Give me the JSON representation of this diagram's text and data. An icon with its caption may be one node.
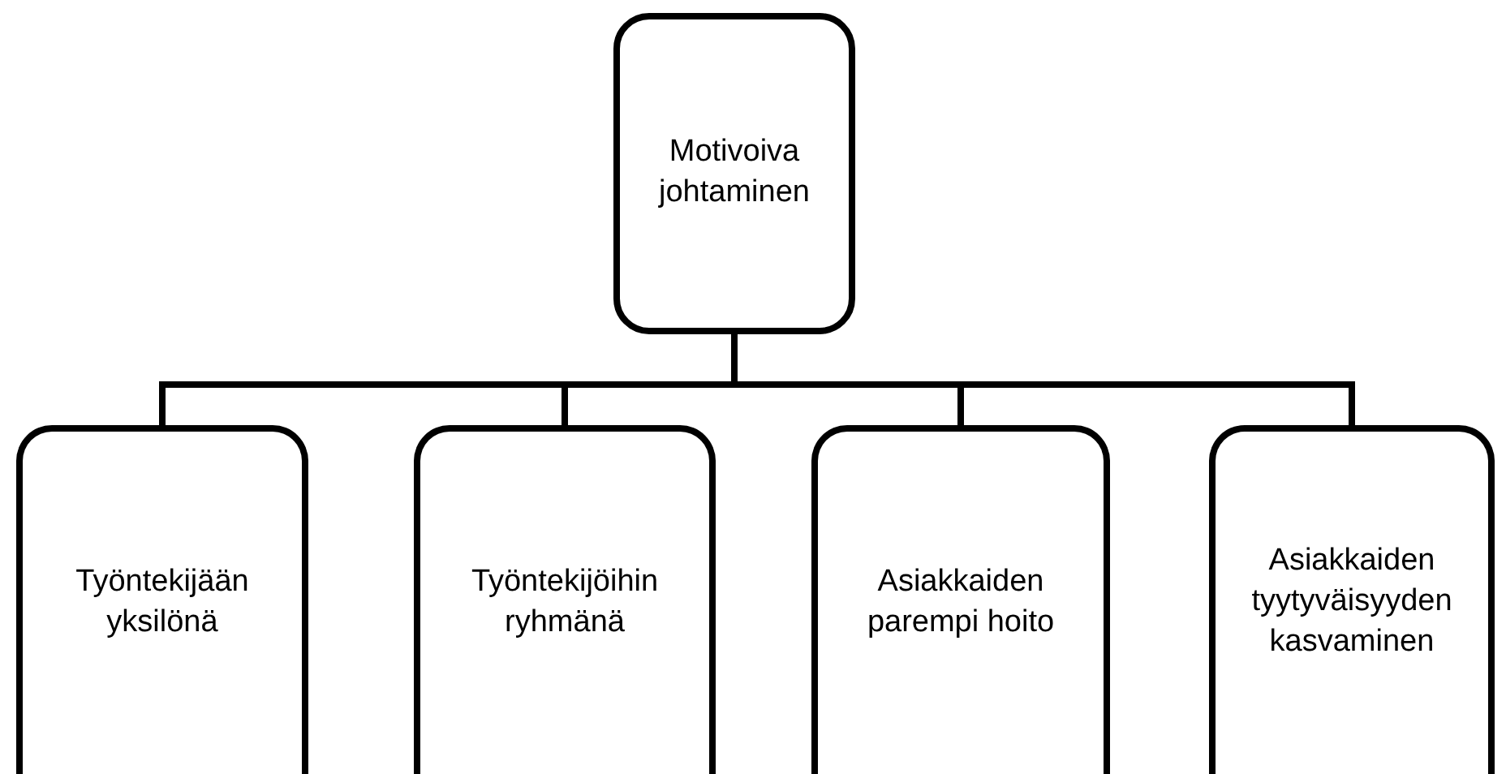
{
  "diagram": {
    "nodes": [
      {
        "text": [
          "Motivoiva johtaminen"
        ]
      },
      {
        "text": [
          "Työntekijään yksilönä"
        ]
      },
      {
        "text": [
          "Työntekijöihin ryhmänä"
        ]
      },
      {
        "text": [
          "Asiakkaiden parempi hoito"
        ]
      },
      {
        "text": [
          "Asiakkaiden tyytyväisyyden kasvaminen"
        ]
      }
    ],
    "edges": [
      {
        "from": 0,
        "to": 1,
        "arrow": "none"
      },
      {
        "from": 0,
        "to": 2,
        "arrow": "none"
      },
      {
        "from": 0,
        "to": 3,
        "arrow": "none"
      },
      {
        "from": 0,
        "to": 4,
        "arrow": "none"
      }
    ]
  }
}
